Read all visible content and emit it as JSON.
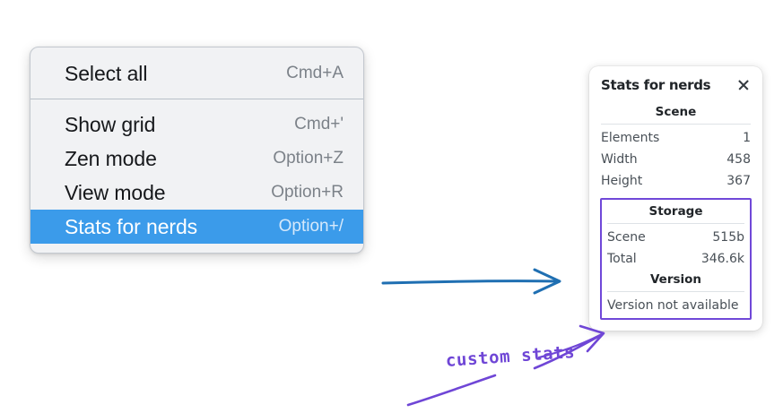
{
  "context_menu": {
    "groups": [
      {
        "items": [
          {
            "label": "Select all",
            "accel": "Cmd+A",
            "selected": false
          }
        ]
      },
      {
        "items": [
          {
            "label": "Show grid",
            "accel": "Cmd+'",
            "selected": false
          },
          {
            "label": "Zen mode",
            "accel": "Option+Z",
            "selected": false
          },
          {
            "label": "View mode",
            "accel": "Option+R",
            "selected": false
          },
          {
            "label": "Stats for nerds",
            "accel": "Option+/",
            "selected": true
          }
        ]
      }
    ],
    "highlight_color": "#3b9bea"
  },
  "stats_panel": {
    "title": "Stats for nerds",
    "close_icon": "close-icon",
    "scene": {
      "heading": "Scene",
      "rows": [
        {
          "key": "Elements",
          "value": "1"
        },
        {
          "key": "Width",
          "value": "458"
        },
        {
          "key": "Height",
          "value": "367"
        }
      ]
    },
    "custom": {
      "outline_color": "#7048d8",
      "storage": {
        "heading": "Storage",
        "rows": [
          {
            "key": "Scene",
            "value": "515b"
          },
          {
            "key": "Total",
            "value": "346.6k"
          }
        ]
      },
      "version": {
        "heading": "Version",
        "note": "Version not available"
      }
    }
  },
  "annotations": {
    "blue_arrow_color": "#1f6fb2",
    "purple_color": "#6f46d6",
    "callout_text": "custom stats"
  }
}
